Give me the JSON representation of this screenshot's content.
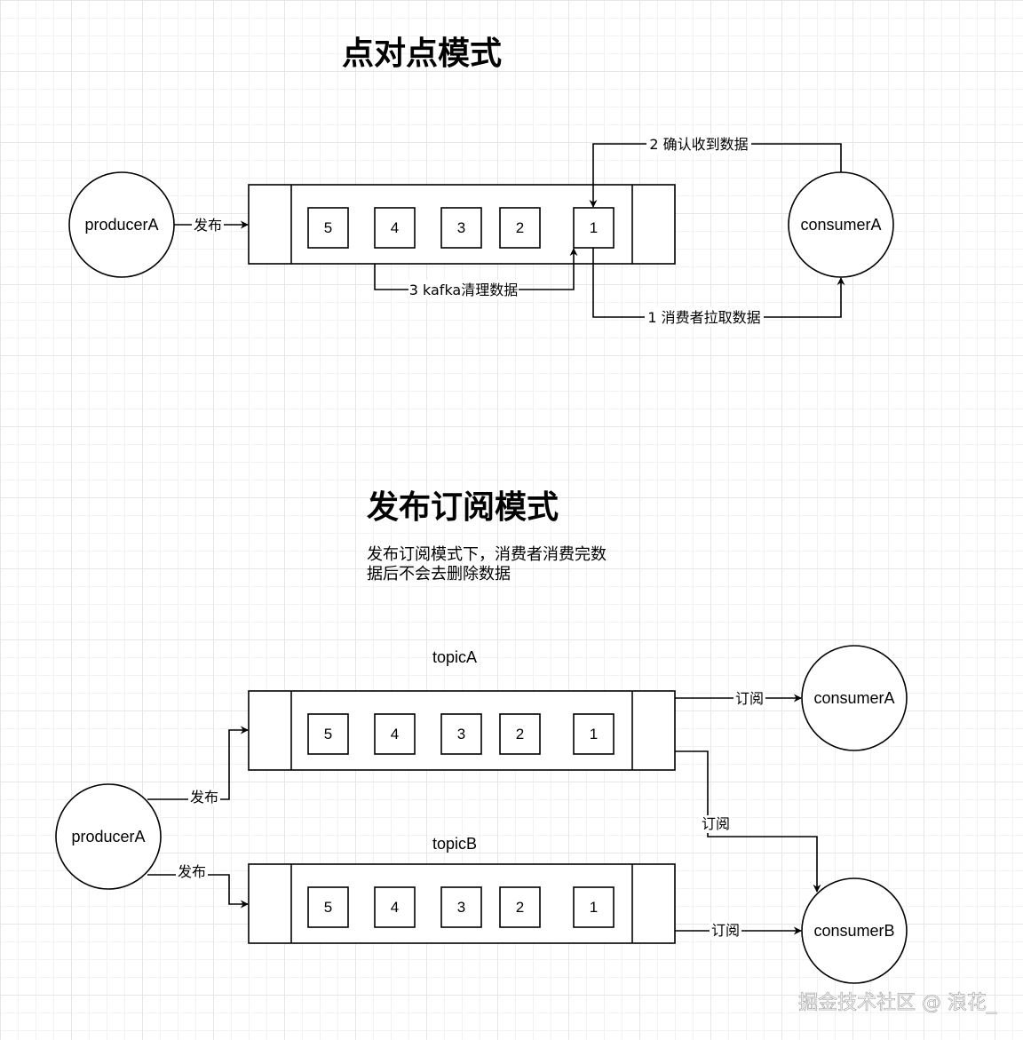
{
  "point_to_point": {
    "title": "点对点模式",
    "producer": "producerA",
    "consumer": "consumerA",
    "publish_label": "发布",
    "queue_cells": [
      "5",
      "4",
      "3",
      "2",
      "1"
    ],
    "step1_label": "1 消费者拉取数据",
    "step2_label": "2 确认收到数据",
    "step3_label": "3 kafka清理数据"
  },
  "pub_sub": {
    "title": "发布订阅模式",
    "note_lines": [
      "发布订阅模式下，消费者消费完数",
      "据后不会去删除数据"
    ],
    "producer": "producerA",
    "consumer_a": "consumerA",
    "consumer_b": "consumerB",
    "topic_a": "topicA",
    "topic_b": "topicB",
    "topic_a_cells": [
      "5",
      "4",
      "3",
      "2",
      "1"
    ],
    "topic_b_cells": [
      "5",
      "4",
      "3",
      "2",
      "1"
    ],
    "publish_label_1": "发布",
    "publish_label_2": "发布",
    "subscribe_label_1": "订阅",
    "subscribe_label_2": "订阅",
    "subscribe_label_3": "订阅"
  },
  "watermark": "掘金技术社区 @ 浪花_"
}
